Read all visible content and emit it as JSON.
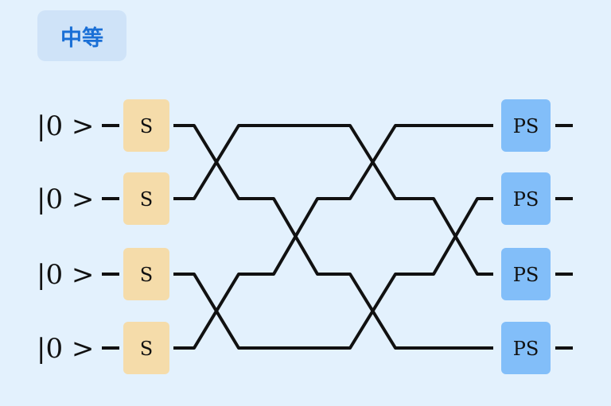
{
  "badge": {
    "label": "中等"
  },
  "diagram": {
    "inputs": [
      {
        "ket": "|0 >"
      },
      {
        "ket": "|0 >"
      },
      {
        "ket": "|0 >"
      },
      {
        "ket": "|0 >"
      }
    ],
    "source_gates": [
      {
        "label": "S",
        "color": "#f5dcaa"
      },
      {
        "label": "S",
        "color": "#f5dcaa"
      },
      {
        "label": "S",
        "color": "#f5dcaa"
      },
      {
        "label": "S",
        "color": "#f5dcaa"
      }
    ],
    "phase_gates": [
      {
        "label": "PS",
        "color": "#82bef9"
      },
      {
        "label": "PS",
        "color": "#82bef9"
      },
      {
        "label": "PS",
        "color": "#82bef9"
      },
      {
        "label": "PS",
        "color": "#82bef9"
      }
    ],
    "crossings": [
      {
        "stage": 1,
        "modes": [
          1,
          2
        ]
      },
      {
        "stage": 1,
        "modes": [
          3,
          4
        ]
      },
      {
        "stage": 2,
        "modes": [
          2,
          3
        ]
      },
      {
        "stage": 3,
        "modes": [
          1,
          2
        ]
      },
      {
        "stage": 3,
        "modes": [
          3,
          4
        ]
      },
      {
        "stage": 4,
        "modes": [
          2,
          3
        ]
      }
    ]
  }
}
